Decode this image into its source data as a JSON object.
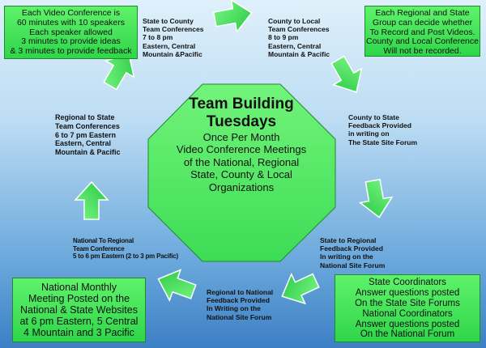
{
  "colors": {
    "box_fill": "#3fe457",
    "arrow_fill": "#3de85a",
    "background_top": "#dff0fb",
    "background_bottom": "#3c7fc4"
  },
  "center": {
    "title": [
      "Team Building",
      "Tuesdays"
    ],
    "body": [
      "Once Per Month",
      "Video Conference Meetings",
      "of the National, Regional",
      "State, County & Local",
      "Organizations"
    ]
  },
  "boxes": {
    "top_left": [
      "Each Video Conference is",
      "60 minutes with 10 speakers",
      "Each speaker allowed",
      "3 minutes to provide ideas",
      "& 3 minutes to provide feedback"
    ],
    "top_right": [
      "Each Regional and State",
      "Group can decide whether",
      "To Record and Post Videos.",
      "County and Local Conference",
      "Will not be recorded."
    ],
    "bottom_left": [
      "National Monthly",
      "Meeting Posted on the",
      "National & State Websites",
      "at 6 pm Eastern, 5 Central",
      "4 Mountain and 3 Pacific"
    ],
    "bottom_right": [
      "State Coordinators",
      "Answer questions posted",
      "On the State Site Forums",
      "National Coordinators",
      "Answer questions posted",
      "On the National Forum"
    ]
  },
  "steps": {
    "state_to_county": [
      "State to County",
      "Team Conferences",
      "7 to 8 pm",
      "Eastern, Central",
      "Mountain &Pacific"
    ],
    "county_to_local": [
      "County to Local",
      "Team Conferences",
      "8 to 9 pm",
      "Eastern, Central",
      "Mountain & Pacific"
    ],
    "county_to_state": [
      "County to State",
      "Feedback Provided",
      "in writing on",
      "The State Site Forum"
    ],
    "state_to_regional": [
      "State to Regional",
      "Feedback Provided",
      "In writing on the",
      "National Site Forum"
    ],
    "regional_to_national": [
      "Regional to National",
      "Feedback Provided",
      "In Writing on the",
      "National Site Forum"
    ],
    "national_to_regional": [
      "National To Regional",
      "Team Conference",
      "5 to 6 pm Eastern (2 to 3 pm Pacific)"
    ],
    "regional_to_state": [
      "Regional to State",
      "Team Conferences",
      "6 to 7 pm Eastern",
      "Eastern, Central",
      "Mountain & Pacific"
    ]
  }
}
